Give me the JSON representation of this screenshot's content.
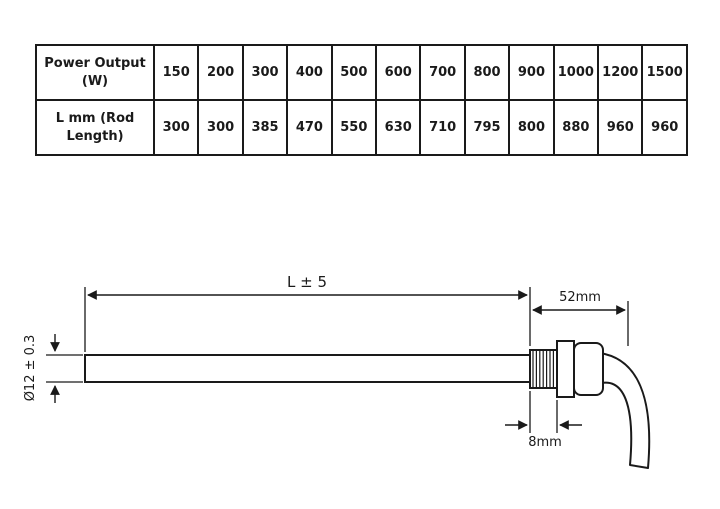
{
  "page": {
    "background": "#ffffff",
    "ink": "#1a1a1a"
  },
  "table": {
    "rows": [
      {
        "header": "Power Output (W)",
        "values": [
          "150",
          "200",
          "300",
          "400",
          "500",
          "600",
          "700",
          "800",
          "900",
          "1000",
          "1200",
          "1500"
        ]
      },
      {
        "header": "L mm (Rod Length)",
        "values": [
          "300",
          "300",
          "385",
          "470",
          "550",
          "630",
          "710",
          "795",
          "800",
          "880",
          "960",
          "960"
        ]
      }
    ]
  },
  "diagram": {
    "length_dim_label": "L ± 5",
    "connector_dim_label": "52mm",
    "diameter_dim_label": "Ø12 ± 0.3",
    "thread_dim_label": "8mm"
  }
}
